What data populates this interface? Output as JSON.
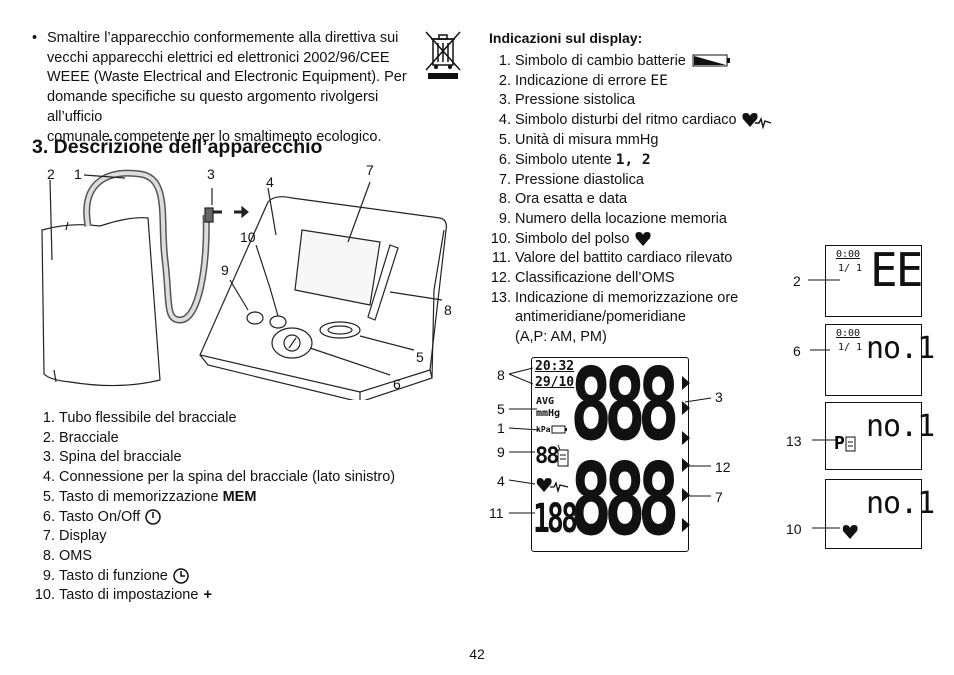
{
  "disposal": {
    "bullet": "•",
    "lines": [
      "Smaltire l’apparecchio conformemente alla direttiva sui",
      "vecchi apparecchi elettrici ed elettronici 2002/96/CEE",
      "WEEE (Waste Electrical and Electronic Equipment). Per",
      "domande specifiche su questo argomento rivolgersi all’ufficio",
      "comunale competente per lo smaltimento ecologico."
    ]
  },
  "section_title": "3. Descrizione dell’apparecchio",
  "device_callouts": [
    "2",
    "1",
    "3",
    "4",
    "7",
    "10",
    "9",
    "8",
    "5",
    "6"
  ],
  "parts": [
    {
      "num": "1.",
      "text": "Tubo flessibile del bracciale"
    },
    {
      "num": "2.",
      "text": "Bracciale"
    },
    {
      "num": "3.",
      "text": "Spina del bracciale"
    },
    {
      "num": "4.",
      "text": "Connessione per la spina del bracciale (lato sinistro)"
    },
    {
      "num": "5.",
      "text": "Tasto di memorizzazione ",
      "bold": "MEM"
    },
    {
      "num": "6.",
      "text": "Tasto On/Off"
    },
    {
      "num": "7.",
      "text": "Display"
    },
    {
      "num": "8.",
      "text": "OMS"
    },
    {
      "num": "9.",
      "text": "Tasto di funzione"
    },
    {
      "num": "10.",
      "text": "Tasto di impostazione",
      "suffix": "+"
    }
  ],
  "display_title": "Indicazioni sul display:",
  "display_items": [
    {
      "num": "1.",
      "text": "Simbolo di cambio batterie"
    },
    {
      "num": "2.",
      "text": "Indicazione di errore",
      "suffix": "EE"
    },
    {
      "num": "3.",
      "text": "Pressione sistolica"
    },
    {
      "num": "4.",
      "text": "Simbolo disturbi del ritmo cardiaco"
    },
    {
      "num": "5.",
      "text": "Unità di misura mmHg"
    },
    {
      "num": "6.",
      "text": "Simbolo utente",
      "suffix": "1, 2"
    },
    {
      "num": "7.",
      "text": "Pressione diastolica"
    },
    {
      "num": "8.",
      "text": "Ora esatta e data"
    },
    {
      "num": "9.",
      "text": "Numero della locazione memoria"
    },
    {
      "num": "10.",
      "text": "Simbolo del polso"
    },
    {
      "num": "11.",
      "text": "Valore del battito cardiaco rilevato"
    },
    {
      "num": "12.",
      "text": "Classificazione dell’OMS"
    },
    {
      "num": "13.",
      "text": "Indicazione di memorizzazione ore"
    },
    {
      "num": "",
      "text": "antimeridiane/pomeridiane"
    },
    {
      "num": "",
      "text": "(A,P: AM, PM)"
    }
  ],
  "lcd": {
    "time": "20:32",
    "date": "29/10",
    "avg": "AVG",
    "unit": "mmHg",
    "kpa": "kPa",
    "sys": "888",
    "dia": "888",
    "pulse": "188",
    "mem": "88",
    "callouts_left": [
      "8",
      "5",
      "1",
      "9",
      "4",
      "11"
    ],
    "callouts_right": [
      "3",
      "12",
      "7"
    ]
  },
  "small_displays": [
    {
      "callout": "2",
      "top": "0:00",
      "user": "1/ 1",
      "main": "EE"
    },
    {
      "callout": "6",
      "top": "0:00",
      "user": "1/ 1",
      "main": "no.1"
    },
    {
      "callout": "13",
      "top": "",
      "user": "",
      "main": "no.1"
    },
    {
      "callout": "10",
      "top": "",
      "user": "",
      "main": "no.1"
    }
  ],
  "page_number": "42"
}
